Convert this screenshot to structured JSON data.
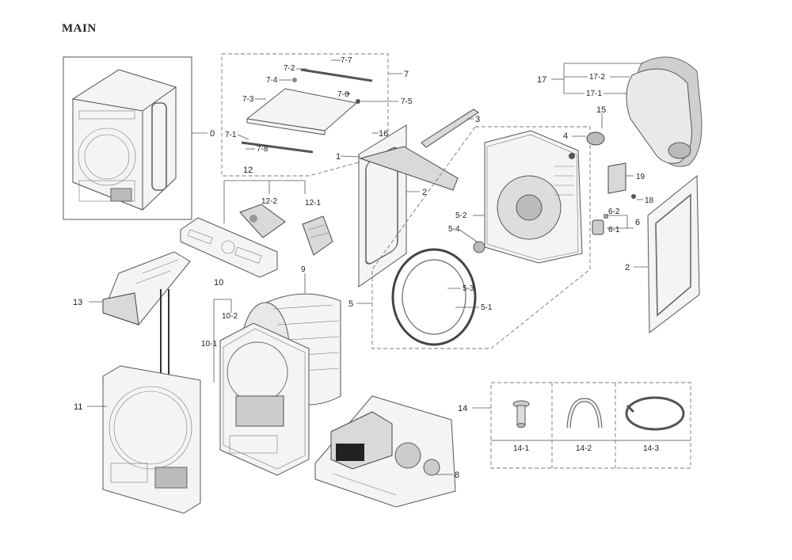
{
  "page": {
    "title": "MAIN"
  },
  "callouts": {
    "c0": "0",
    "c1": "1",
    "c2a": "2",
    "c2b": "2",
    "c3": "3",
    "c4": "4",
    "c5": "5",
    "c5_1": "5-1",
    "c5_2": "5-2",
    "c5_3": "5-3",
    "c5_4": "5-4",
    "c6": "6",
    "c6_1": "6-1",
    "c6_2": "6-2",
    "c7": "7",
    "c7_1": "7-1",
    "c7_2": "7-2",
    "c7_3": "7-3",
    "c7_4": "7-4",
    "c7_5": "7-5",
    "c7_6": "7-6",
    "c7_7": "7-7",
    "c7_8": "7-8",
    "c8": "8",
    "c9": "9",
    "c10": "10",
    "c10_1": "10-1",
    "c10_2": "10-2",
    "c11": "11",
    "c12": "12",
    "c12_1": "12-1",
    "c12_2": "12-2",
    "c13": "13",
    "c14": "14",
    "c14_1": "14-1",
    "c14_2": "14-2",
    "c14_3": "14-3",
    "c15": "15",
    "c16": "16",
    "c17": "17",
    "c17_1": "17-1",
    "c17_2": "17-2",
    "c18": "18",
    "c19": "19"
  }
}
